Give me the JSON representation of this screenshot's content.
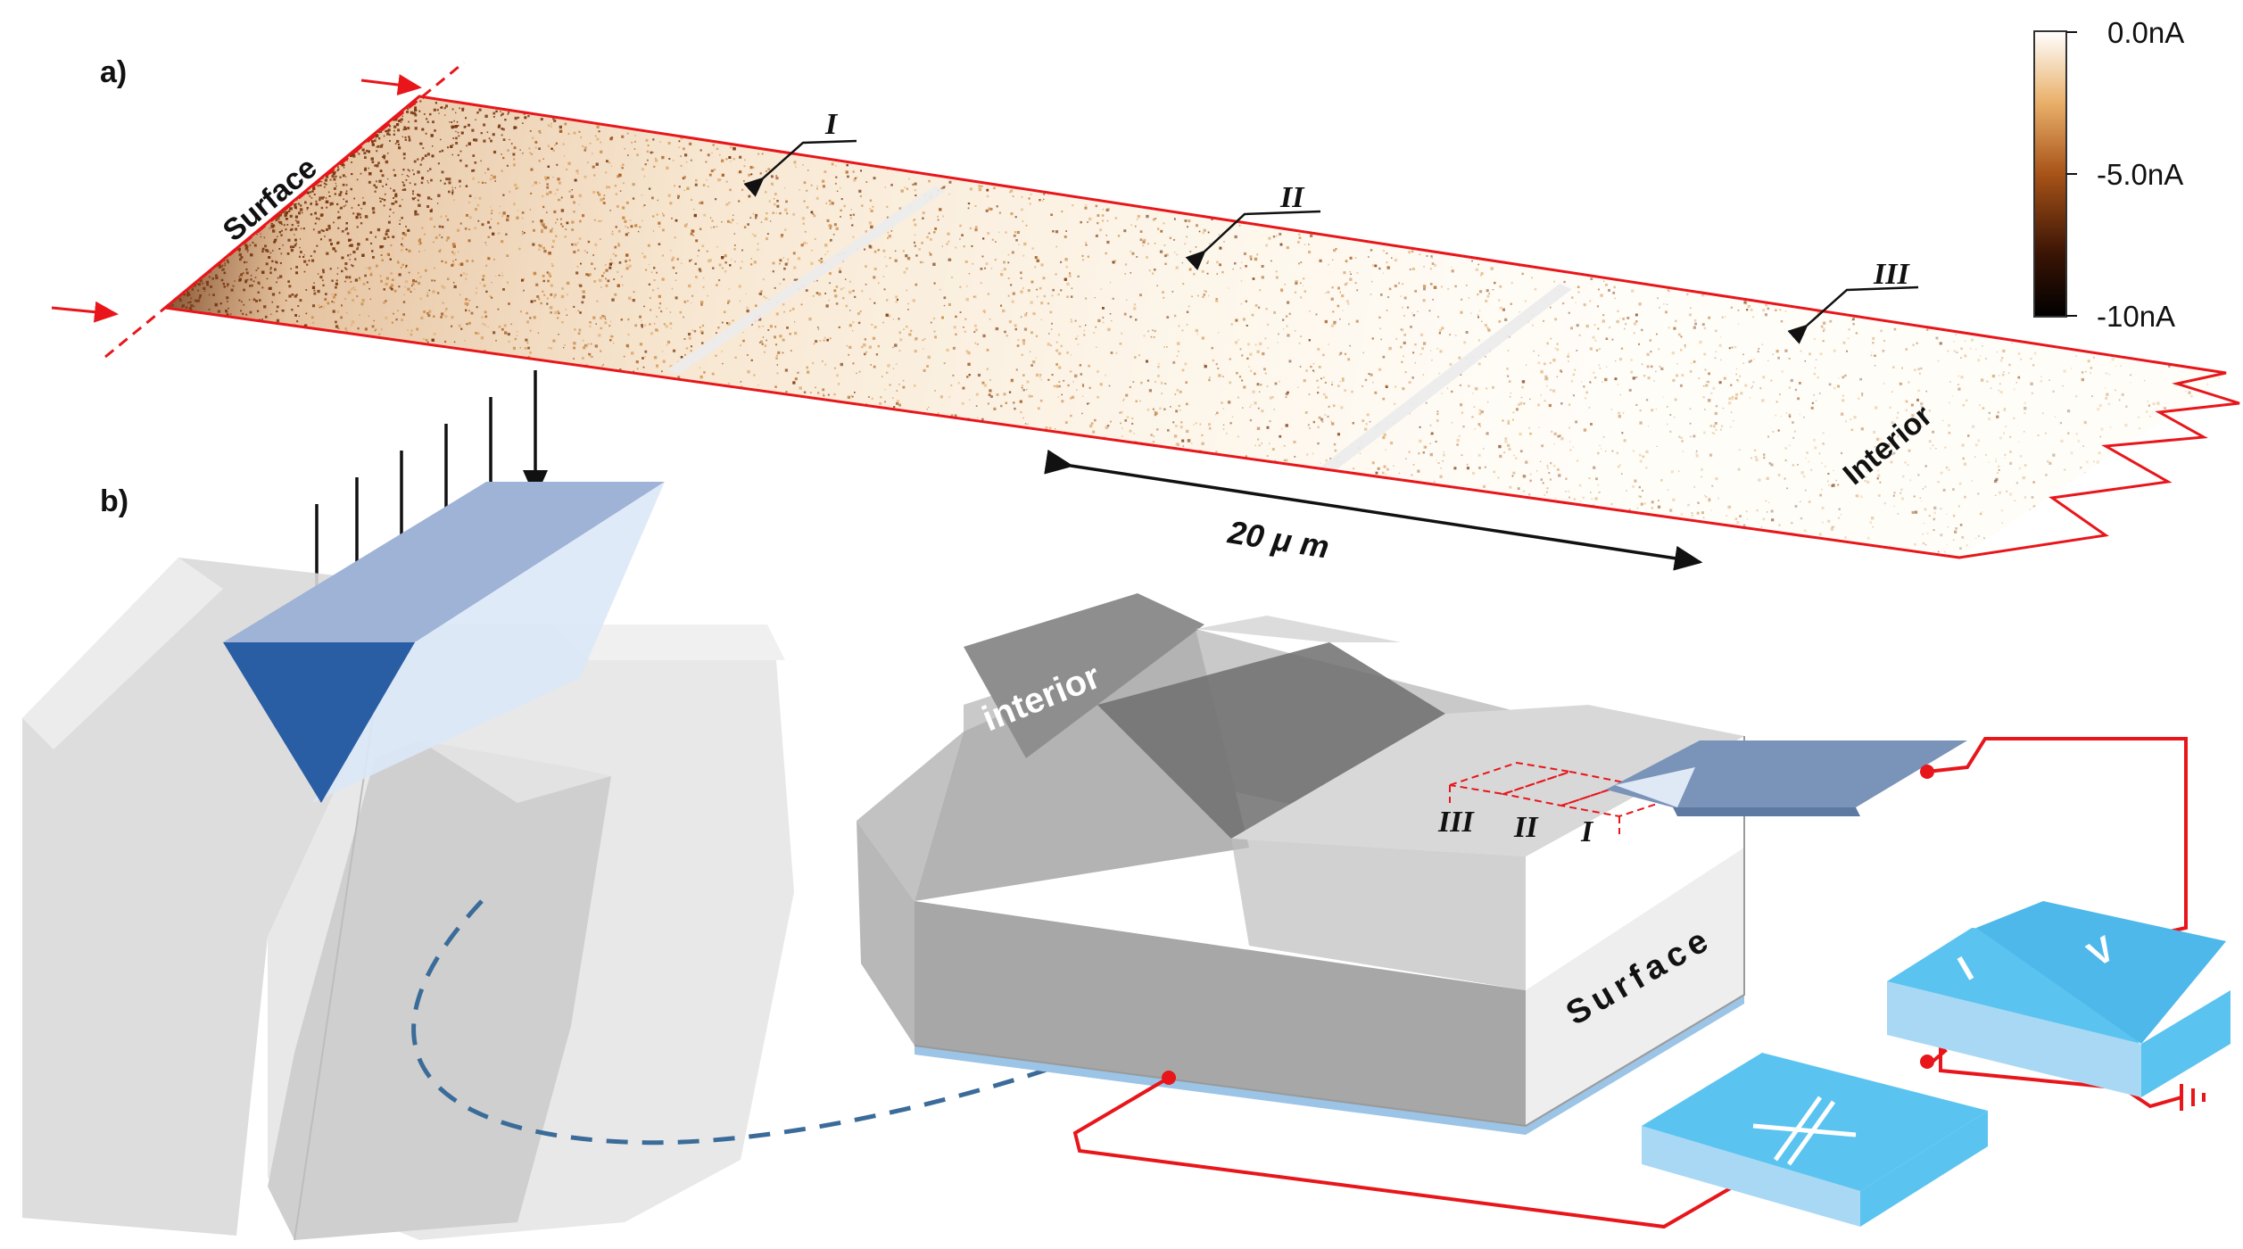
{
  "panel_a": {
    "label": "a)",
    "surface_label": "Surface",
    "interior_label": "Interior",
    "regions": [
      "I",
      "II",
      "III"
    ],
    "scale_bar": "20 μ m",
    "colorbar": {
      "ticks": [
        "0.0nA",
        "-5.0nA",
        "-10nA"
      ],
      "colors": [
        "#ffffff",
        "#e9b06a",
        "#a85318",
        "#3a1405",
        "#000000"
      ]
    }
  },
  "panel_b": {
    "label": "b)",
    "block_top_label": "interior",
    "block_side_label": "Surface",
    "zone_labels": [
      "III",
      "II",
      "I"
    ],
    "amp_labels": {
      "current": "I",
      "voltage": "V"
    }
  },
  "colors": {
    "frame_red": "#e8161b",
    "indenter_dark": "#2a5ea4",
    "indenter_light": "#9fb3d6",
    "module_cyan": "#5bc3f0",
    "cantilever": "#7a93b8",
    "dashed_arrow": "#3b6c99"
  }
}
